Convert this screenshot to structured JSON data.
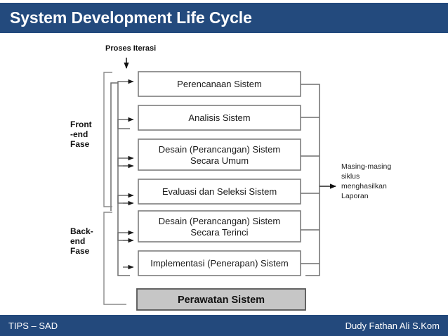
{
  "header": {
    "title": "System Development Life Cycle",
    "bar_color": "#234a7d"
  },
  "footer": {
    "left": "TIPS – SAD",
    "right": "Dudy Fathan Ali S.Kom",
    "bar_color": "#23497c"
  },
  "diagram": {
    "top_label": "Proses Iterasi",
    "phase_labels": [
      {
        "lines": [
          "Front",
          "-end",
          "Fase"
        ]
      },
      {
        "lines": [
          "Back-",
          "end",
          "Fase"
        ]
      }
    ],
    "side_note": {
      "lines": [
        "Masing-masing",
        "siklus",
        "menghasilkan",
        "Laporan"
      ]
    },
    "stages": [
      {
        "id": "perencanaan",
        "lines": [
          "Perencanaan Sistem"
        ],
        "phase": "front",
        "style": "plain"
      },
      {
        "id": "analisis",
        "lines": [
          "Analisis Sistem"
        ],
        "phase": "front",
        "style": "plain"
      },
      {
        "id": "desain-umum",
        "lines": [
          "Desain (Perancangan) Sistem",
          "Secara Umum"
        ],
        "phase": "front",
        "style": "plain"
      },
      {
        "id": "evaluasi",
        "lines": [
          "Evaluasi dan Seleksi Sistem"
        ],
        "phase": "front",
        "style": "plain"
      },
      {
        "id": "desain-rinci",
        "lines": [
          "Desain (Perancangan) Sistem",
          "Secara Terinci"
        ],
        "phase": "back",
        "style": "plain"
      },
      {
        "id": "implementasi",
        "lines": [
          "Implementasi (Penerapan) Sistem"
        ],
        "phase": "back",
        "style": "plain"
      },
      {
        "id": "perawatan",
        "lines": [
          "Perawatan Sistem"
        ],
        "phase": "back",
        "style": "highlight"
      }
    ],
    "colors": {
      "box_fill": "#ffffff",
      "box_stroke": "#7d7d7d",
      "highlight_fill": "#c6c6c6",
      "connector": "#6f6f6f",
      "text": "#1a1a1a"
    }
  }
}
